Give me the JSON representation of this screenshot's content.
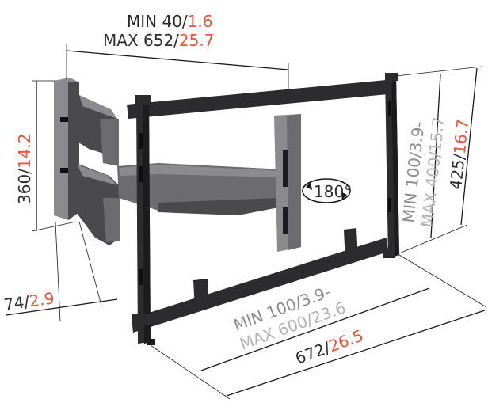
{
  "colors": {
    "text_dark": "#2b2b2b",
    "accent_orange": "#e8553a",
    "text_grey": "#8c8c8c",
    "text_grey_light": "#b3b3b3",
    "mount_black": "#2c2c2e",
    "arm_silver": "#8a8a8f"
  },
  "dimensions": {
    "depth_range": {
      "min_mm_label": "MIN 40/",
      "min_in": "1.6",
      "max_mm_label": "MAX 652/",
      "max_in": "25.7"
    },
    "wall_plate_height": {
      "mm_label": "360/",
      "in": "14.2"
    },
    "wall_plate_depth": {
      "mm_label": "74/",
      "in": "2.9"
    },
    "vesa_vertical": {
      "line1": "MIN 100/3.9-",
      "line2": "MAX 400/15.7"
    },
    "frame_height": {
      "mm_label": "425/",
      "in": "16.7"
    },
    "vesa_horizontal": {
      "line1": "MIN 100/3.9-",
      "line2": "MAX 600/23.6"
    },
    "frame_width": {
      "mm_label": "672/",
      "in": "26.5"
    }
  },
  "rotation": {
    "label": "180°",
    "icon": "rotate-180-icon"
  }
}
